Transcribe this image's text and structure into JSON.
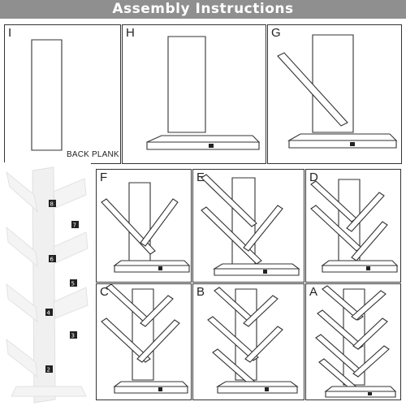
{
  "header": {
    "title": "Assembly Instructions"
  },
  "panels": [
    {
      "step": "I",
      "note": "BACK PLANK"
    },
    {
      "step": "H"
    },
    {
      "step": "G"
    },
    {
      "step": "F"
    },
    {
      "step": "E"
    },
    {
      "step": "D"
    },
    {
      "step": "C"
    },
    {
      "step": "B"
    },
    {
      "step": "A"
    }
  ],
  "shelf_labels": [
    "8",
    "7",
    "6",
    "5",
    "4",
    "3",
    "2"
  ],
  "colors": {
    "banner": "#8f8f8f",
    "line": "#333333",
    "shelf": "#f2f2f2"
  }
}
